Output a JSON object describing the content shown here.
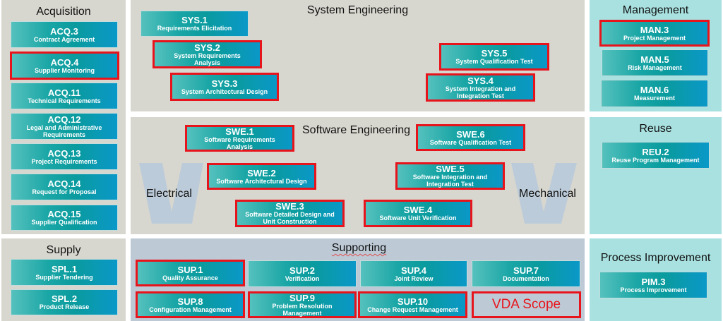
{
  "colors": {
    "scope_border": "#e8141c",
    "box_gradient_start": "#55c1bd",
    "box_gradient_end": "#0a98c8",
    "panel_grey": "#d8d7cf",
    "panel_teal": "#a8e1e0",
    "panel_blue": "#bdcad6"
  },
  "acquisition": {
    "title": "Acquisition",
    "items": [
      {
        "code": "ACQ.3",
        "desc": "Contract Agreement",
        "vda_scope": false
      },
      {
        "code": "ACQ.4",
        "desc": "Supplier Monitoring",
        "vda_scope": true
      },
      {
        "code": "ACQ.11",
        "desc": "Technical Requirements",
        "vda_scope": false
      },
      {
        "code": "ACQ.12",
        "desc": "Legal and Administrative\nRequirements",
        "vda_scope": false
      },
      {
        "code": "ACQ.13",
        "desc": "Project Requirements",
        "vda_scope": false
      },
      {
        "code": "ACQ.14",
        "desc": "Request for Proposal",
        "vda_scope": false
      },
      {
        "code": "ACQ.15",
        "desc": "Supplier Qualification",
        "vda_scope": false
      }
    ]
  },
  "supply": {
    "title": "Supply",
    "items": [
      {
        "code": "SPL.1",
        "desc": "Supplier Tendering",
        "vda_scope": false
      },
      {
        "code": "SPL.2",
        "desc": "Product Release",
        "vda_scope": false
      }
    ]
  },
  "system_engineering": {
    "title": "System Engineering",
    "items": [
      {
        "code": "SYS.1",
        "desc": "Requirements Elicitation",
        "vda_scope": false
      },
      {
        "code": "SYS.2",
        "desc": "System Requirements\nAnalysis",
        "vda_scope": true
      },
      {
        "code": "SYS.3",
        "desc": "System Architectural Design",
        "vda_scope": true
      },
      {
        "code": "SYS.4",
        "desc": "System Integration and\nIntegration Test",
        "vda_scope": true
      },
      {
        "code": "SYS.5",
        "desc": "System Qualification Test",
        "vda_scope": true
      }
    ]
  },
  "software_engineering": {
    "title": "Software Engineering",
    "left_label": "Electrical",
    "right_label": "Mechanical",
    "items": [
      {
        "code": "SWE.1",
        "desc": "Software Requirements\nAnalysis",
        "vda_scope": true
      },
      {
        "code": "SWE.2",
        "desc": "Software Architectural Design",
        "vda_scope": true
      },
      {
        "code": "SWE.3",
        "desc": "Software Detailed Design and\nUnit Construction",
        "vda_scope": true
      },
      {
        "code": "SWE.4",
        "desc": "Software Unit Verification",
        "vda_scope": true
      },
      {
        "code": "SWE.5",
        "desc": "Software Integration and\nIntegration Test",
        "vda_scope": true
      },
      {
        "code": "SWE.6",
        "desc": "Software Qualification Test",
        "vda_scope": true
      }
    ]
  },
  "supporting": {
    "title": "Supporting",
    "items": [
      {
        "code": "SUP.1",
        "desc": "Quality Assurance",
        "vda_scope": true
      },
      {
        "code": "SUP.2",
        "desc": "Verification",
        "vda_scope": false
      },
      {
        "code": "SUP.4",
        "desc": "Joint Review",
        "vda_scope": false
      },
      {
        "code": "SUP.7",
        "desc": "Documentation",
        "vda_scope": false
      },
      {
        "code": "SUP.8",
        "desc": "Configuration Management",
        "vda_scope": true
      },
      {
        "code": "SUP.9",
        "desc": "Problem Resolution\nManagement",
        "vda_scope": true
      },
      {
        "code": "SUP.10",
        "desc": "Change Request Management",
        "vda_scope": true
      }
    ],
    "legend_label": "VDA Scope"
  },
  "management": {
    "title": "Management",
    "items": [
      {
        "code": "MAN.3",
        "desc": "Project Management",
        "vda_scope": true
      },
      {
        "code": "MAN.5",
        "desc": "Risk Management",
        "vda_scope": false
      },
      {
        "code": "MAN.6",
        "desc": "Measurement",
        "vda_scope": false
      }
    ]
  },
  "reuse": {
    "title": "Reuse",
    "items": [
      {
        "code": "REU.2",
        "desc": "Reuse Program Management",
        "vda_scope": false
      }
    ]
  },
  "process_improvement": {
    "title": "Process Improvement",
    "items": [
      {
        "code": "PIM.3",
        "desc": "Process Improvement",
        "vda_scope": false
      }
    ]
  }
}
